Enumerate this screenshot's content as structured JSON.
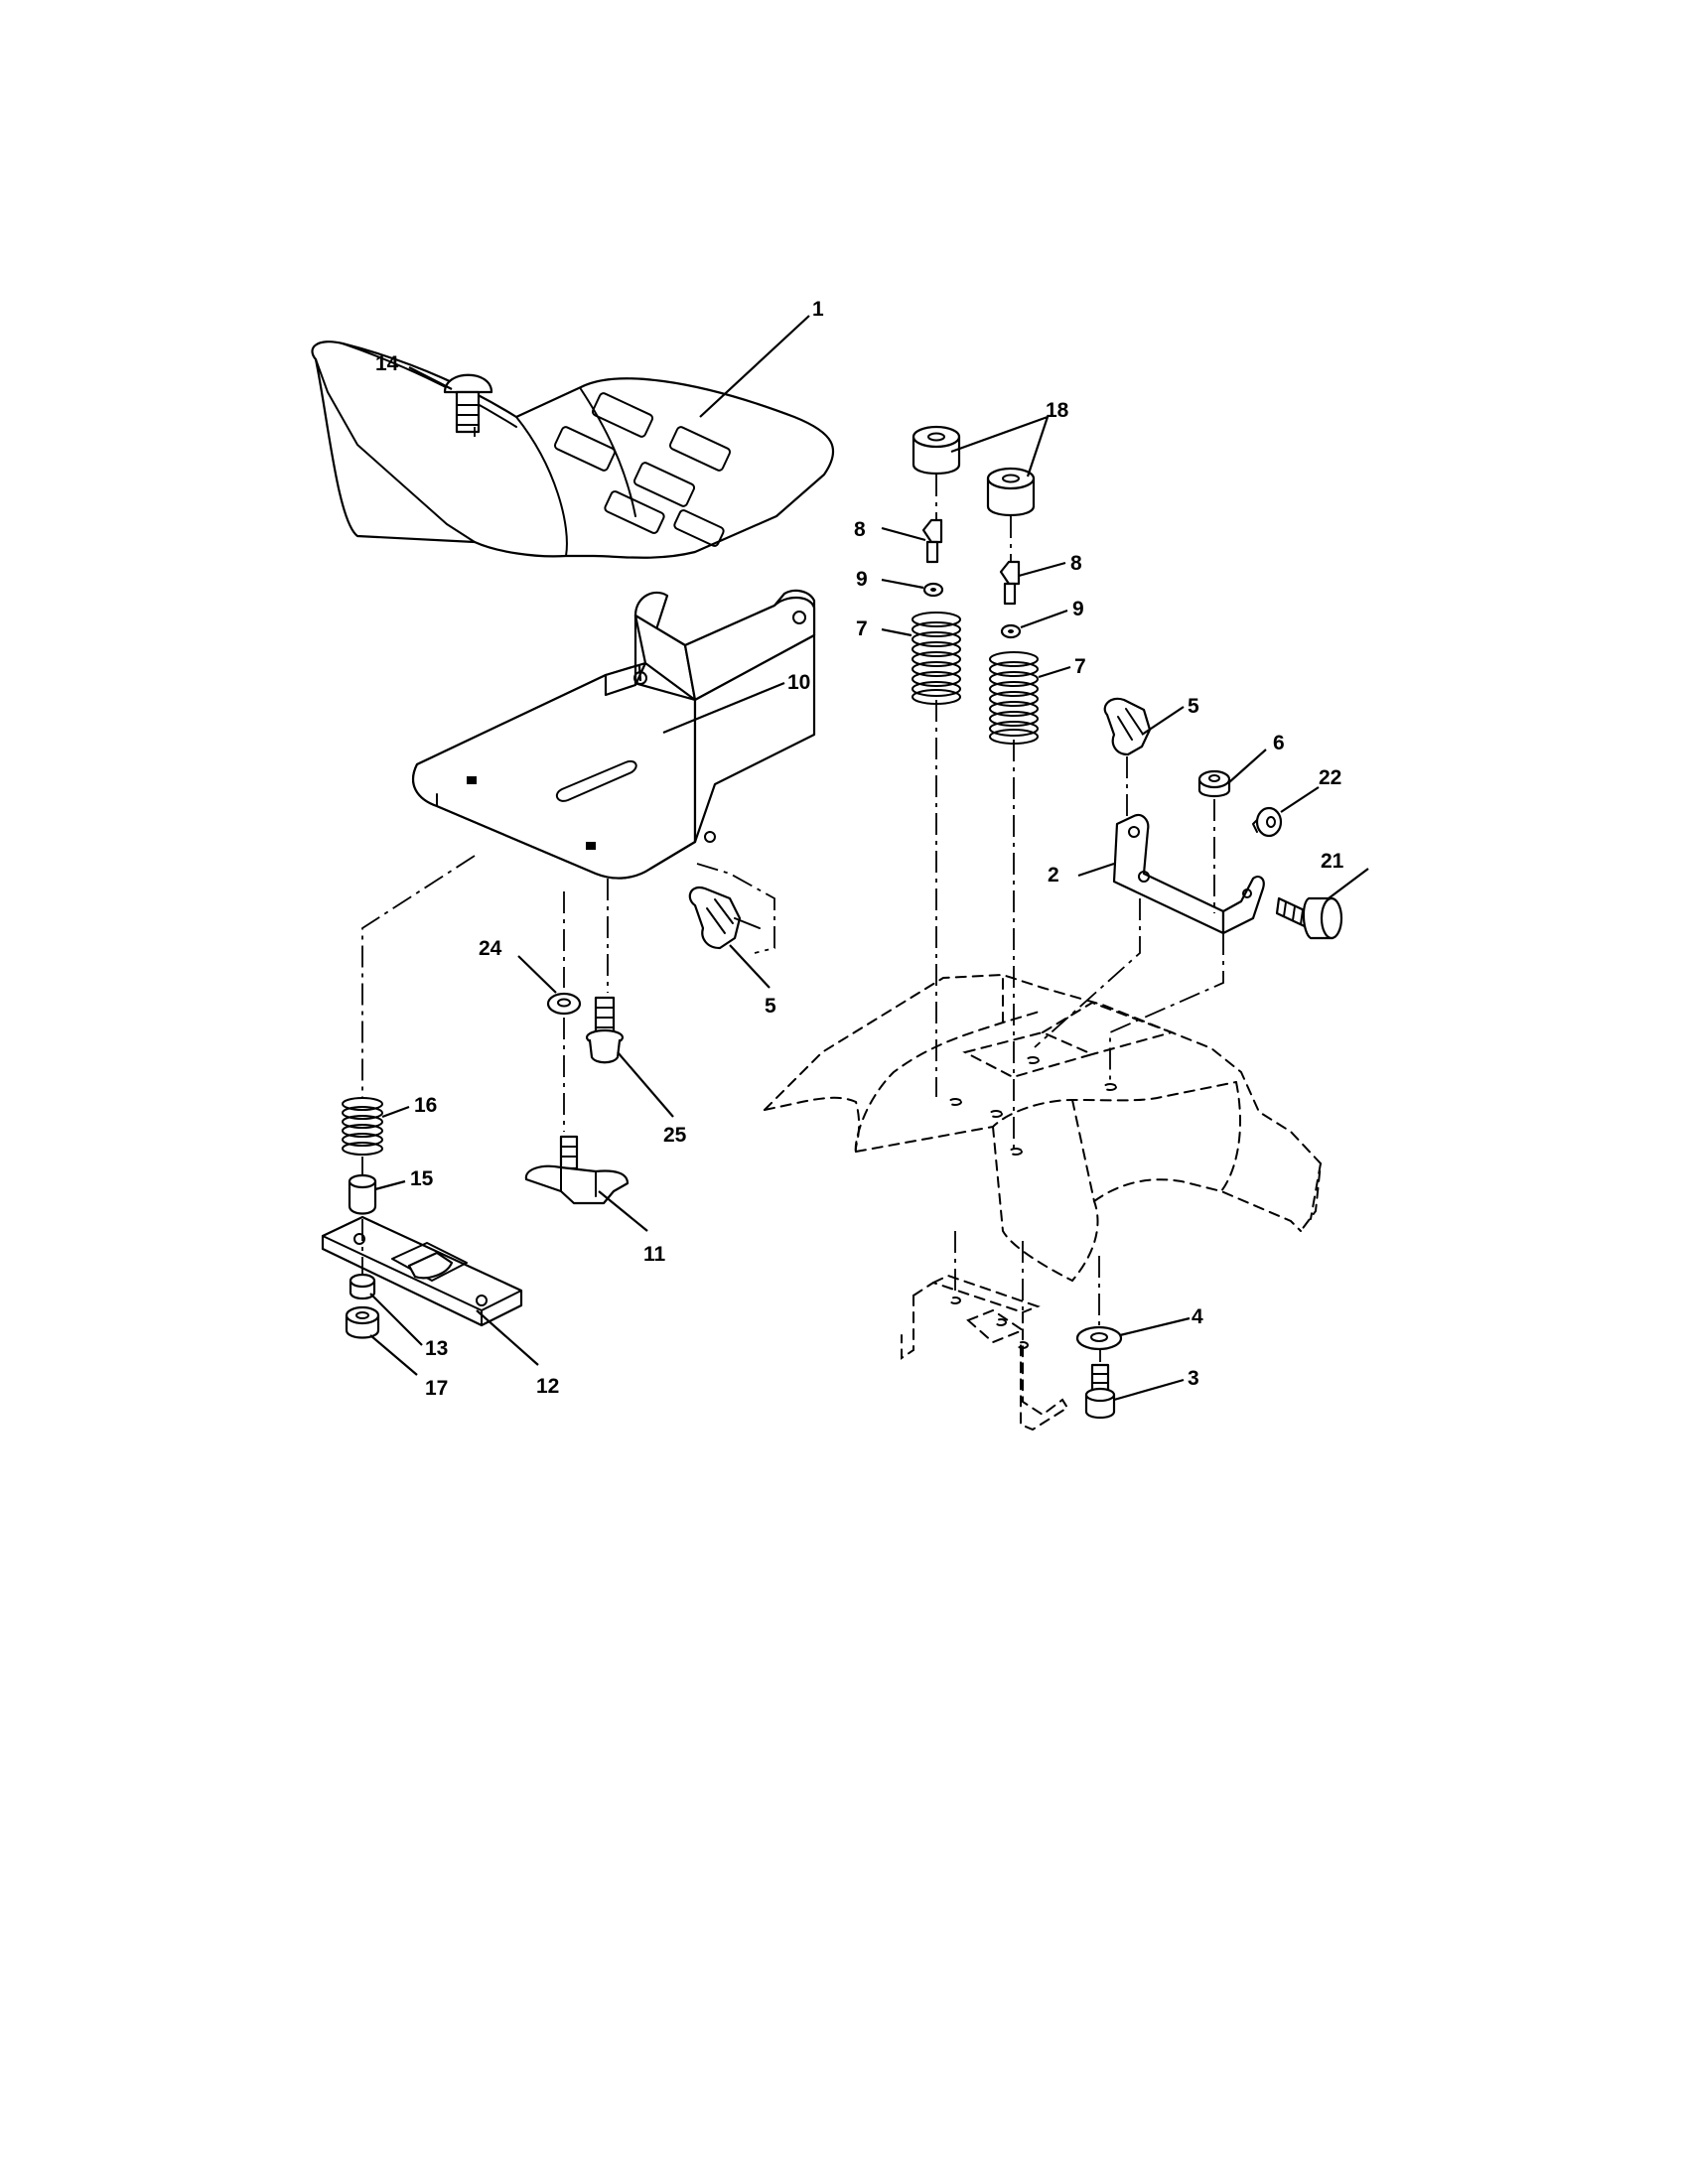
{
  "callouts": {
    "c1": "1",
    "c2": "2",
    "c3": "3",
    "c4": "4",
    "c5a": "5",
    "c5b": "5",
    "c6": "6",
    "c7a": "7",
    "c7b": "7",
    "c8a": "8",
    "c8b": "8",
    "c9a": "9",
    "c9b": "9",
    "c10": "10",
    "c11": "11",
    "c12": "12",
    "c13": "13",
    "c14": "14",
    "c15": "15",
    "c16": "16",
    "c17": "17",
    "c18": "18",
    "c21": "21",
    "c22": "22",
    "c24": "24",
    "c25": "25"
  }
}
